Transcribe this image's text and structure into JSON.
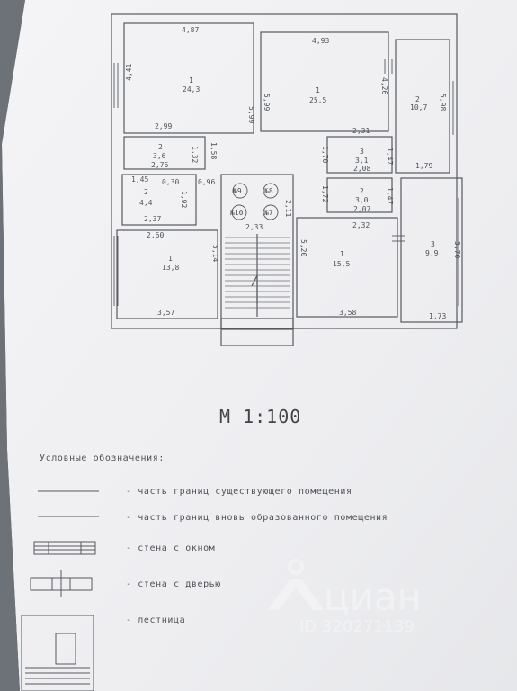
{
  "rooms": [
    {
      "id": "A1",
      "number": "1",
      "area": "24,3"
    },
    {
      "id": "A2",
      "number": "2",
      "area": "3,6"
    },
    {
      "id": "A3",
      "number": "2",
      "area": "4,4"
    },
    {
      "id": "A4",
      "number": "1",
      "area": "13,8"
    },
    {
      "id": "B1",
      "number": "1",
      "area": "25,5"
    },
    {
      "id": "B2",
      "number": "3",
      "area": "3,1"
    },
    {
      "id": "B3",
      "number": "2",
      "area": "3,0"
    },
    {
      "id": "B4",
      "number": "1",
      "area": "15,5"
    },
    {
      "id": "C1",
      "number": "2",
      "area": "10,7"
    },
    {
      "id": "C2",
      "number": "3",
      "area": "9,9"
    }
  ],
  "dimensions": {
    "d_4_87": "4,87",
    "d_4_41": "4,41",
    "d_5_99a": "5,99",
    "d_2_99": "2,99",
    "d_1_58": "1,58",
    "d_1_32": "1,32",
    "d_2_76": "2,76",
    "d_1_45": "1,45",
    "d_0_30": "0,30",
    "d_0_96": "0,96",
    "d_1_92": "1,92",
    "d_2_37": "2,37",
    "d_2_60": "2,60",
    "d_5_14": "5,14",
    "d_3_57": "3,57",
    "d_4_93": "4,93",
    "d_5_99b": "5,99",
    "d_4_26": "4,26",
    "d_2_31": "2,31",
    "d_1_70": "1,70",
    "d_1_47a": "1,47",
    "d_2_08": "2,08",
    "d_1_72": "1,72",
    "d_1_47b": "1,47",
    "d_2_07": "2,07",
    "d_2_32": "2,32",
    "d_5_20": "5,20",
    "d_3_58": "3,58",
    "d_2_11": "2,11",
    "d_2_33": "2,33",
    "d_5_98": "5,98",
    "d_1_79": "1,79",
    "d_5_70": "5,70",
    "d_1_73": "1,73"
  },
  "stairs": {
    "n9": "№9",
    "n8": "№8",
    "n10": "№10",
    "n7": "№7"
  },
  "scale_label": "М 1:100",
  "legend": {
    "title": "Условные обозначения:",
    "items": [
      {
        "label": "- часть границ существующего помещения"
      },
      {
        "label": "- часть границ вновь образованного помещения"
      },
      {
        "label": "- стена с окном"
      },
      {
        "label": "- стена с дверью"
      },
      {
        "label": "- лестница"
      }
    ]
  },
  "watermark": {
    "brand": "циан",
    "id": "ID 320271139"
  }
}
